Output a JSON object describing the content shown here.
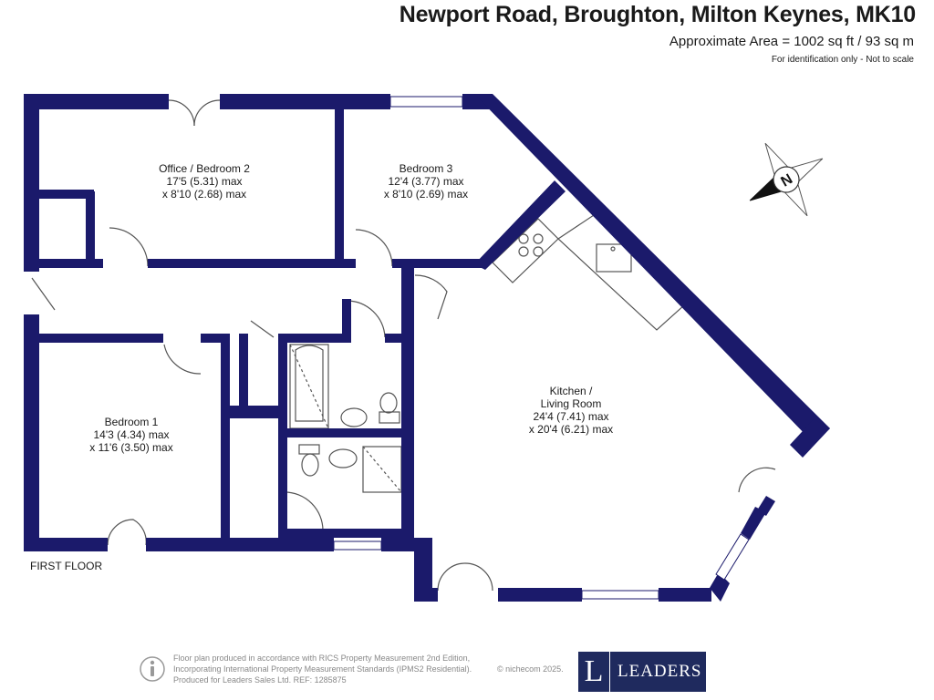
{
  "header": {
    "title": "Newport Road, Broughton, Milton Keynes, MK10",
    "area": "Approximate Area = 1002 sq ft / 93 sq m",
    "note": "For identification only - Not to scale"
  },
  "compass": {
    "letter": "N"
  },
  "rooms": {
    "office": {
      "name": "Office / Bedroom 2",
      "dim1": "17'5 (5.31) max",
      "dim2": "x 8'10 (2.68) max"
    },
    "bedroom3": {
      "name": "Bedroom 3",
      "dim1": "12'4 (3.77) max",
      "dim2": "x 8'10 (2.69) max"
    },
    "kitchen": {
      "name1": "Kitchen /",
      "name2": "Living Room",
      "dim1": "24'4 (7.41) max",
      "dim2": "x 20'4 (6.21) max"
    },
    "bedroom1": {
      "name": "Bedroom 1",
      "dim1": "14'3 (4.34) max",
      "dim2": "x 11'6 (3.50) max"
    }
  },
  "floor_label": "FIRST FLOOR",
  "footer": {
    "line1": "Floor plan produced in accordance with RICS Property Measurement 2nd Edition,",
    "line2": "Incorporating International Property Measurement Standards (IPMS2 Residential).",
    "line3": "Produced for Leaders Sales Ltd.   REF:  1285875",
    "copyright": "© nichecom 2025.",
    "logo_letter": "L",
    "logo_word": "LEADERS"
  },
  "colors": {
    "wall": "#1b1a6b",
    "fixture": "#555555",
    "logo_bg": "#1f2a5e"
  }
}
